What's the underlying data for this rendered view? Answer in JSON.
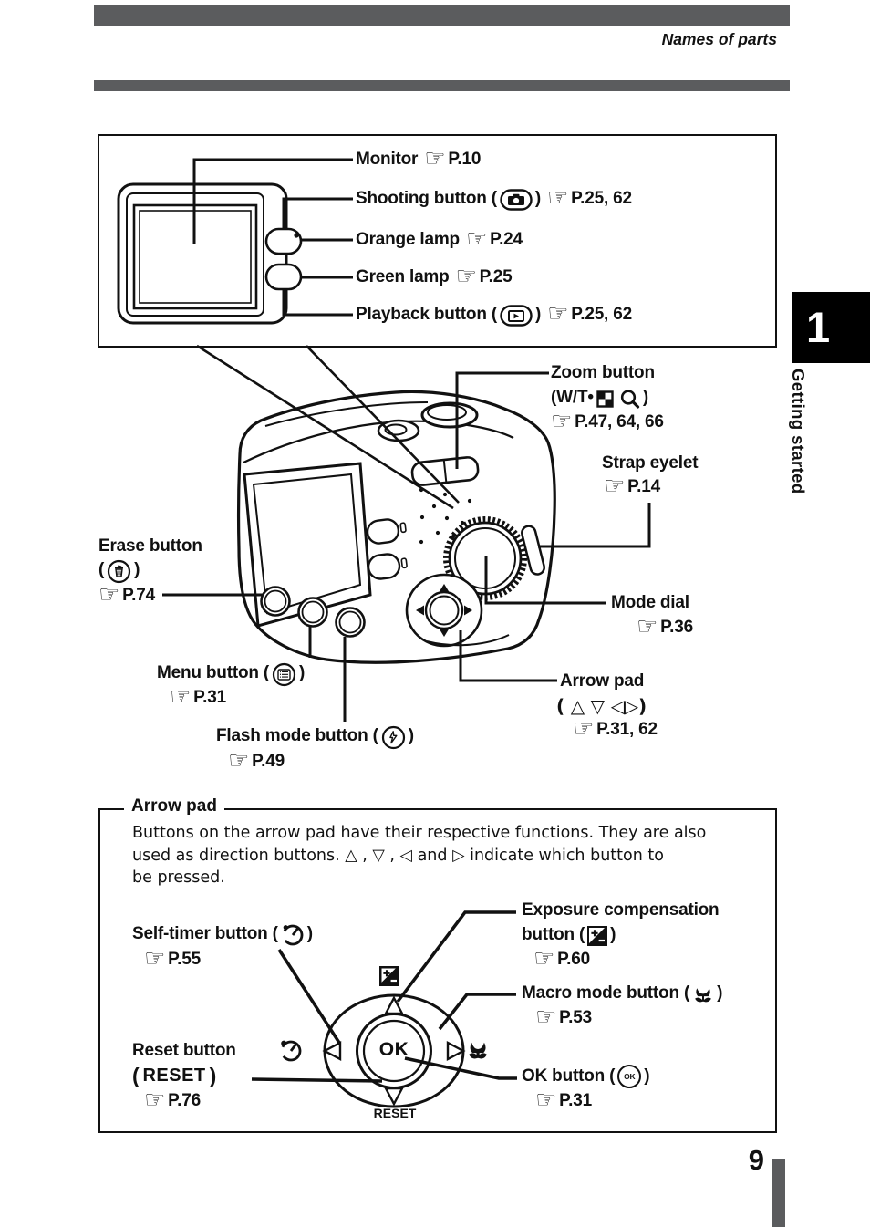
{
  "header": {
    "section_title": "Names of parts"
  },
  "sidebar": {
    "chapter_number": "1",
    "chapter_label": "Getting started"
  },
  "footer": {
    "page_number": "9"
  },
  "icons": {
    "manicule": "☞",
    "ok_text": "OK"
  },
  "monitor_box": {
    "monitor_label": "Monitor",
    "monitor_ref": "P.10",
    "shooting_label": "Shooting button (",
    "shooting_close": ")",
    "shooting_ref": "P.25, 62",
    "orange_label": "Orange lamp",
    "orange_ref": "P.24",
    "green_label": "Green lamp",
    "green_ref": "P.25",
    "playback_label": "Playback button (",
    "playback_close": ")",
    "playback_ref": "P.25, 62"
  },
  "camera_section": {
    "zoom_line1": "Zoom button",
    "zoom_line2_open": "(W/T•",
    "zoom_line2_close": ")",
    "zoom_ref": "P.47, 64, 66",
    "strap_label": "Strap eyelet",
    "strap_ref": "P.14",
    "erase_label": "Erase button",
    "erase_open": "(",
    "erase_close": ")",
    "erase_ref": "P.74",
    "mode_dial_label": "Mode dial",
    "mode_dial_ref": "P.36",
    "menu_label": "Menu button (",
    "menu_close": ")",
    "menu_ref": "P.31",
    "flash_label": "Flash mode button (",
    "flash_close": ")",
    "flash_ref": "P.49",
    "arrow_pad_label": "Arrow pad",
    "arrow_pad_triangles": "( △ ▽ ◁▷)",
    "arrow_pad_ref": "P.31, 62"
  },
  "arrow_pad_box": {
    "title": "Arrow pad",
    "body_line1": "Buttons on the arrow pad have their respective functions. They are also",
    "body_line2": "used as direction buttons. △ , ▽ , ◁ and ▷ indicate which button to",
    "body_line3": "be pressed.",
    "self_timer_label": "Self-timer button (",
    "self_timer_close": ")",
    "self_timer_ref": "P.55",
    "exposure_line1": "Exposure compensation",
    "exposure_line2": "button (",
    "exposure_close": ")",
    "exposure_ref": "P.60",
    "macro_label": "Macro mode button (",
    "macro_close": ")",
    "macro_ref": "P.53",
    "reset_label": "Reset button",
    "reset_open": "(",
    "reset_text": "RESET",
    "reset_close": ")",
    "reset_ref": "P.76",
    "ok_label": "OK button (",
    "ok_close": ")",
    "ok_ref": "P.31",
    "diagram_ok": "OK",
    "diagram_reset": "RESET"
  }
}
